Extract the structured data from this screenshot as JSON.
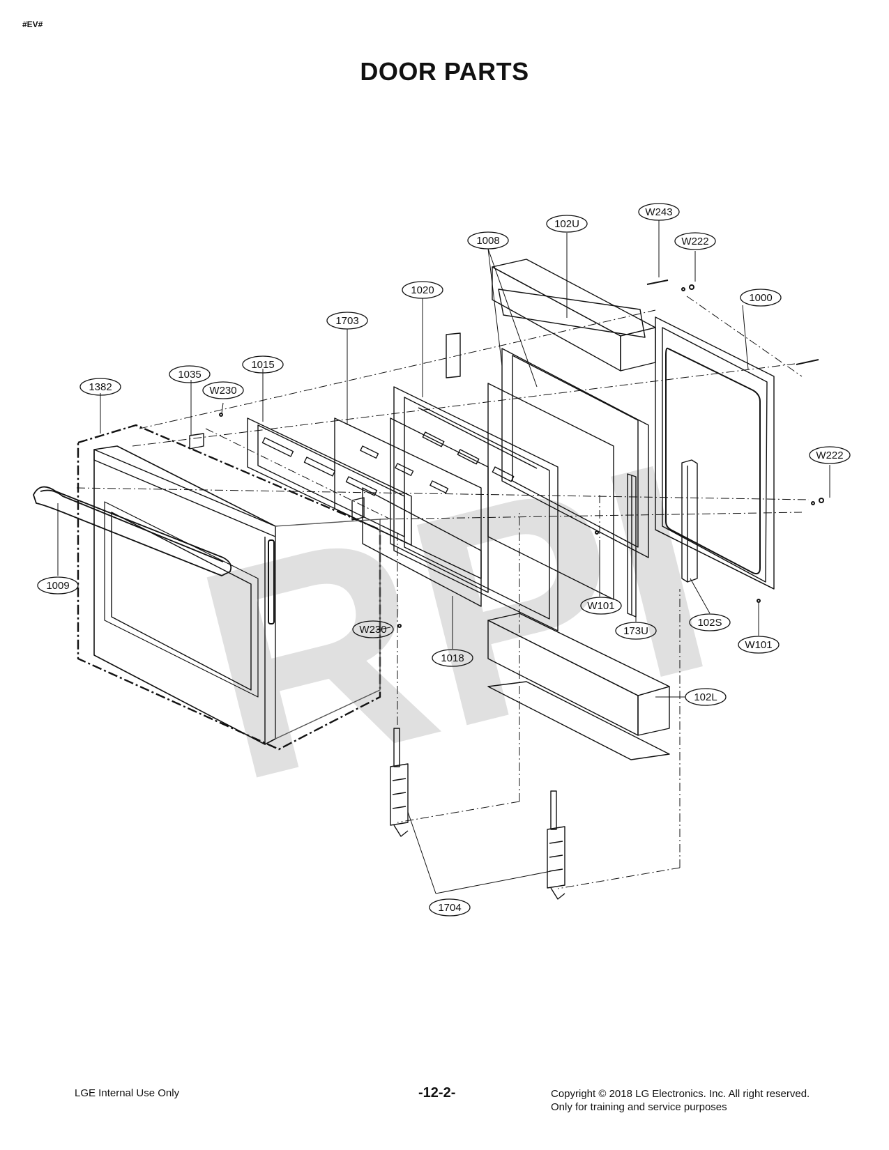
{
  "header": {
    "code": "#EV#"
  },
  "title": "DOOR PARTS",
  "watermark": "RPI",
  "callouts": {
    "c_1000": "1000",
    "c_1008": "1008",
    "c_102U": "102U",
    "c_W243": "W243",
    "c_W222_top": "W222",
    "c_W222_right": "W222",
    "c_1020": "1020",
    "c_1703": "1703",
    "c_1015": "1015",
    "c_1035": "1035",
    "c_W230_top": "W230",
    "c_1382": "1382",
    "c_1009": "1009",
    "c_W230_mid": "W230",
    "c_1018": "1018",
    "c_W101_mid": "W101",
    "c_173U": "173U",
    "c_102S": "102S",
    "c_W101_right": "W101",
    "c_102L": "102L",
    "c_1704": "1704"
  },
  "footer": {
    "left": "LGE Internal Use Only",
    "page": "-12-2-",
    "copyright_line1": "Copyright © 2018 LG Electronics. Inc. All right reserved.",
    "copyright_line2": "Only for training and service purposes"
  }
}
